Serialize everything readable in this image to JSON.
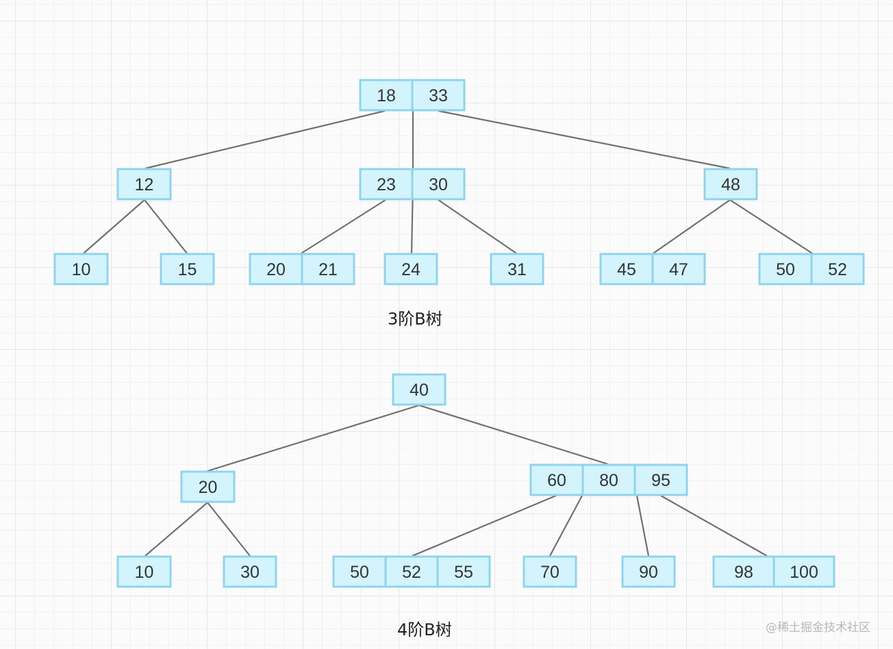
{
  "diagrams": [
    {
      "caption": "3阶B树",
      "nodes": [
        {
          "id": "a-root",
          "keys": [
            "18",
            "33"
          ]
        },
        {
          "id": "a-l",
          "keys": [
            "12"
          ]
        },
        {
          "id": "a-m",
          "keys": [
            "23",
            "30"
          ]
        },
        {
          "id": "a-r",
          "keys": [
            "48"
          ]
        },
        {
          "id": "a-ll",
          "keys": [
            "10"
          ]
        },
        {
          "id": "a-lr",
          "keys": [
            "15"
          ]
        },
        {
          "id": "a-m1",
          "keys": [
            "20",
            "21"
          ]
        },
        {
          "id": "a-m2",
          "keys": [
            "24"
          ]
        },
        {
          "id": "a-m3",
          "keys": [
            "31"
          ]
        },
        {
          "id": "a-r1",
          "keys": [
            "45",
            "47"
          ]
        },
        {
          "id": "a-r2",
          "keys": [
            "50",
            "52"
          ]
        }
      ],
      "edges": [
        [
          "a-root",
          "a-l"
        ],
        [
          "a-root",
          "a-m"
        ],
        [
          "a-root",
          "a-r"
        ],
        [
          "a-l",
          "a-ll"
        ],
        [
          "a-l",
          "a-lr"
        ],
        [
          "a-m",
          "a-m1"
        ],
        [
          "a-m",
          "a-m2"
        ],
        [
          "a-m",
          "a-m3"
        ],
        [
          "a-r",
          "a-r1"
        ],
        [
          "a-r",
          "a-r2"
        ]
      ]
    },
    {
      "caption": "4阶B树",
      "nodes": [
        {
          "id": "b-root",
          "keys": [
            "40"
          ]
        },
        {
          "id": "b-l",
          "keys": [
            "20"
          ]
        },
        {
          "id": "b-r",
          "keys": [
            "60",
            "80",
            "95"
          ]
        },
        {
          "id": "b-l1",
          "keys": [
            "10"
          ]
        },
        {
          "id": "b-l2",
          "keys": [
            "30"
          ]
        },
        {
          "id": "b-r1",
          "keys": [
            "50",
            "52",
            "55"
          ]
        },
        {
          "id": "b-r2",
          "keys": [
            "70"
          ]
        },
        {
          "id": "b-r3",
          "keys": [
            "90"
          ]
        },
        {
          "id": "b-r4",
          "keys": [
            "98",
            "100"
          ]
        }
      ],
      "edges": [
        [
          "b-root",
          "b-l"
        ],
        [
          "b-root",
          "b-r"
        ],
        [
          "b-l",
          "b-l1"
        ],
        [
          "b-l",
          "b-l2"
        ],
        [
          "b-r",
          "b-r1"
        ],
        [
          "b-r",
          "b-r2"
        ],
        [
          "b-r",
          "b-r3"
        ],
        [
          "b-r",
          "b-r4"
        ]
      ]
    }
  ],
  "watermark": "@稀土掘金技术社区"
}
